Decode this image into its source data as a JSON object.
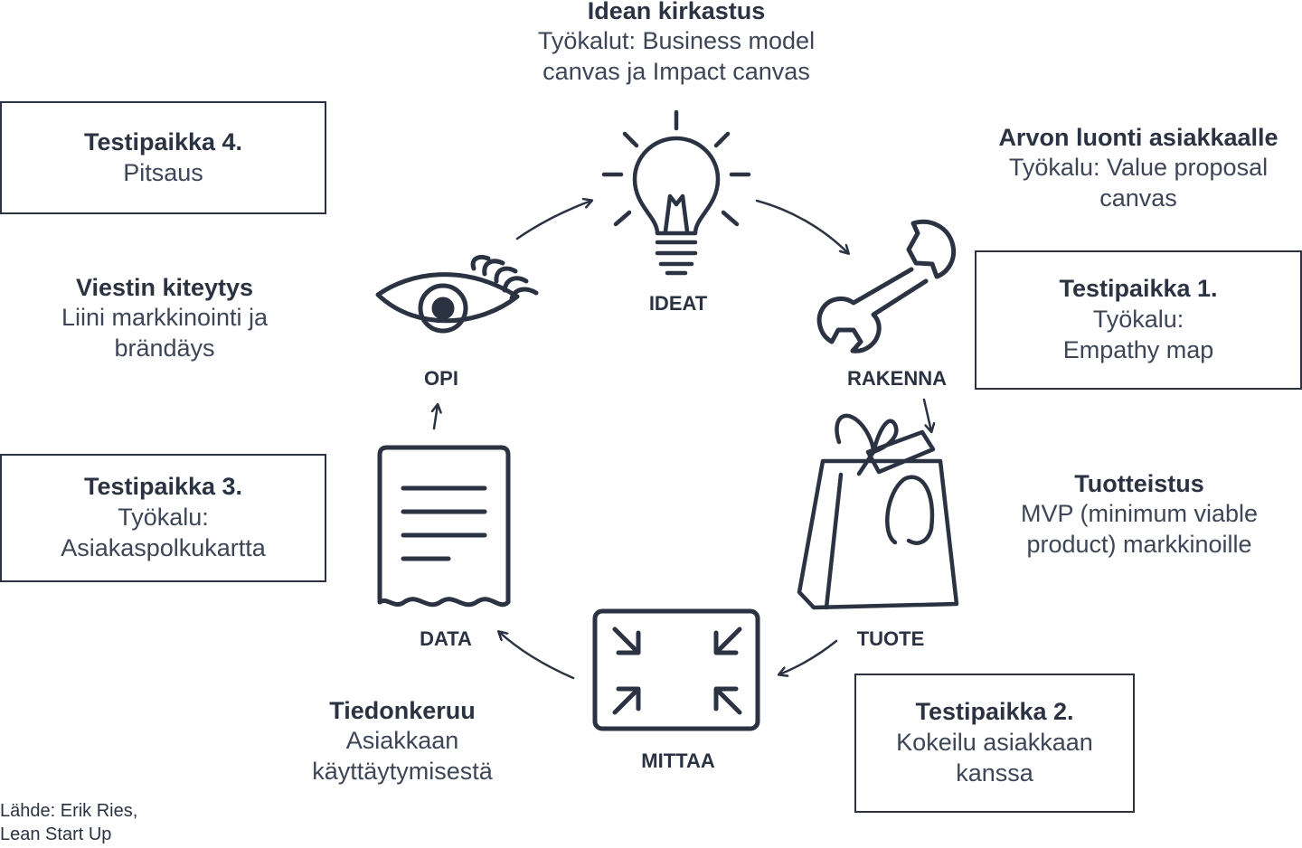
{
  "stage_labels": {
    "ideat": "IDEAT",
    "rakenna": "RAKENNA",
    "tuote": "TUOTE",
    "mittaa": "MITTAA",
    "data": "DATA",
    "opi": "OPI"
  },
  "texts": {
    "idean": {
      "heading": "Idean kirkastus",
      "line1": "Työkalut: Business model",
      "line2": "canvas ja Impact canvas"
    },
    "arvon": {
      "heading": "Arvon luonti asiakkaalle",
      "line1": "Työkalu: Value proposal",
      "line2": "canvas"
    },
    "tuotteistus": {
      "heading": "Tuotteistus",
      "line1": "MVP (minimum viable",
      "line2": "product) markkinoille"
    },
    "tiedonkeruu": {
      "heading": "Tiedonkeruu",
      "line1": "Asiakkaan",
      "line2": "käyttäytymisestä"
    },
    "viestin": {
      "heading": "Viestin kiteytys",
      "line1": "Liini markkinointi ja",
      "line2": "brändäys"
    }
  },
  "boxes": {
    "tp4": {
      "heading": "Testipaikka 4.",
      "line1": "Pitsaus"
    },
    "tp1": {
      "heading": "Testipaikka 1.",
      "line1": "Työkalu:",
      "line2": "Empathy map"
    },
    "tp3": {
      "heading": "Testipaikka 3.",
      "line1": "Työkalu:",
      "line2": "Asiakaspolkukartta"
    },
    "tp2": {
      "heading": "Testipaikka 2.",
      "line1": "Kokeilu asiakkaan",
      "line2": "kanssa"
    }
  },
  "source": {
    "line1": "Lähde: Erik Ries,",
    "line2": "Lean Start Up"
  },
  "icons": [
    "lightbulb-icon",
    "wrench-icon",
    "shopping-bag-icon",
    "measure-icon",
    "receipt-icon",
    "eye-icon"
  ],
  "colors": {
    "ink": "#2b3242",
    "text": "#3d4556"
  }
}
